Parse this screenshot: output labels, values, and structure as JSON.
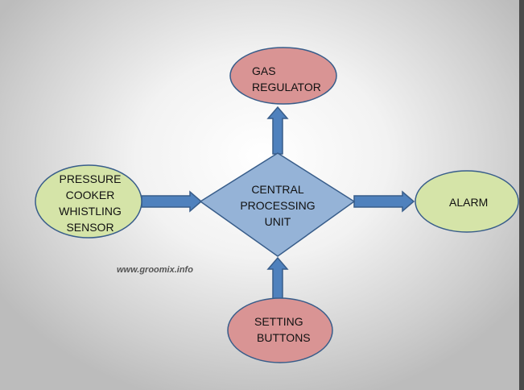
{
  "diagram": {
    "central": {
      "label_lines": [
        "CENTRAL",
        "PROCESSING",
        "UNIT"
      ]
    },
    "nodes": {
      "pressure_sensor": {
        "label_lines": [
          "PRESSURE",
          "COOKER",
          "WHISTLING",
          "SENSOR"
        ]
      },
      "gas_regulator": {
        "label_lines": [
          "GAS",
          "REGULATOR"
        ]
      },
      "alarm": {
        "label_lines": [
          "ALARM"
        ]
      },
      "setting_buttons": {
        "label_lines": [
          "SETTING",
          "BUTTONS"
        ]
      }
    },
    "colors": {
      "input_green": "#d5e4a8",
      "output_red": "#d99494",
      "central_blue": "#95b3d7",
      "arrow_blue": "#4f81bd",
      "stroke_blue": "#385d8a"
    }
  },
  "watermark": "www.groomix.info"
}
